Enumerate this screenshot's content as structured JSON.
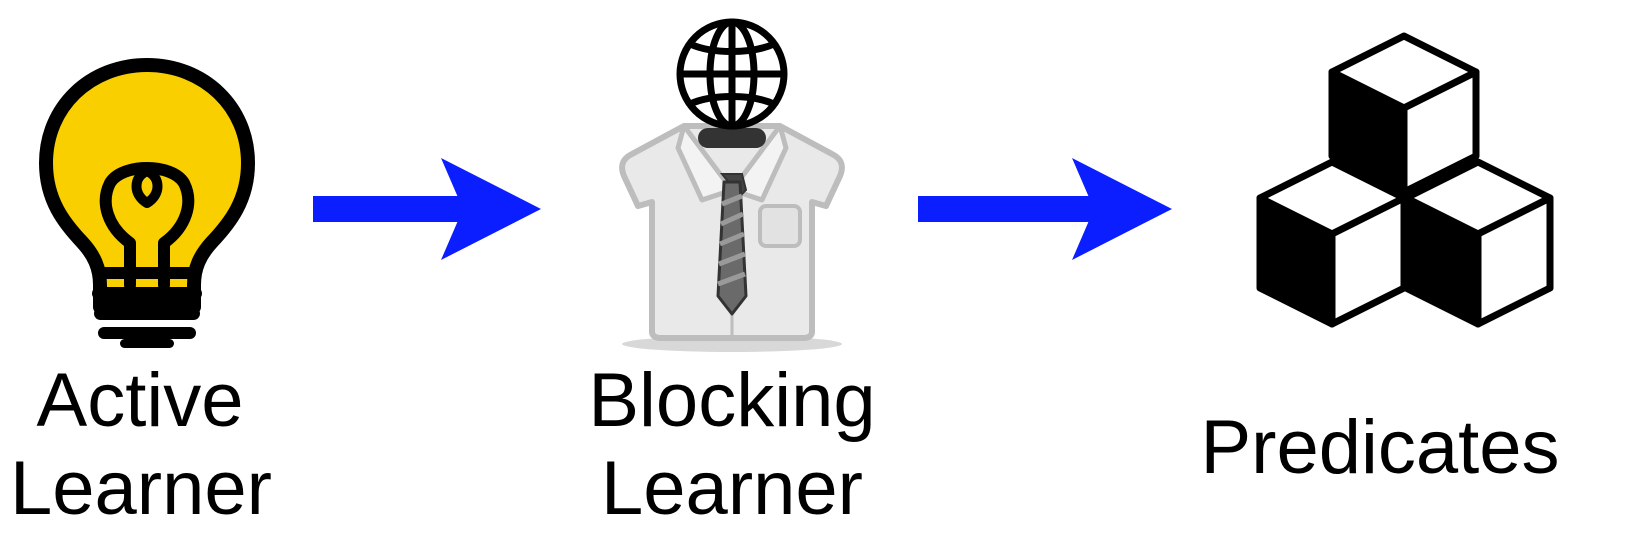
{
  "nodes": [
    {
      "id": "active-learner",
      "icon": "lightbulb-icon",
      "label_line1": "Active",
      "label_line2": "Learner"
    },
    {
      "id": "blocking-learner",
      "icon": "globe-head-shirt-tie-icon",
      "label_line1": "Blocking",
      "label_line2": "Learner"
    },
    {
      "id": "predicates",
      "icon": "cubes-icon",
      "label_line1": "Predicates"
    }
  ],
  "colors": {
    "arrow": "#0a1eff",
    "bulb_fill": "#f9cf00",
    "outline": "#000000",
    "shirt": "#e9e9e9",
    "shirt_outline": "#bdbdbd",
    "tie": "#555555"
  }
}
